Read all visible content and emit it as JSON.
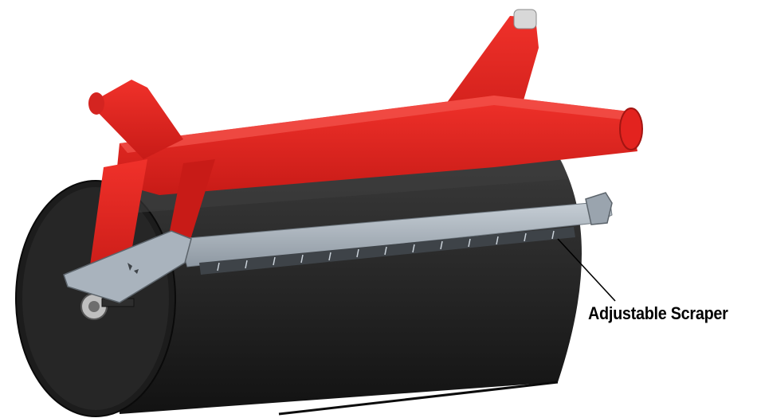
{
  "callout": {
    "label": "Adjustable Scraper"
  },
  "colors": {
    "frame_red": "#e3231f",
    "frame_red_dark": "#a31512",
    "roller_black": "#2a2a2a",
    "roller_dark": "#141414",
    "scraper_gray": "#a9b3bd",
    "scraper_dark": "#4a4f55",
    "background": "#ffffff"
  },
  "subjects": [
    "red-hitch-frame",
    "black-roller-drum",
    "adjustable-scraper-bar",
    "callout-leader-line"
  ]
}
